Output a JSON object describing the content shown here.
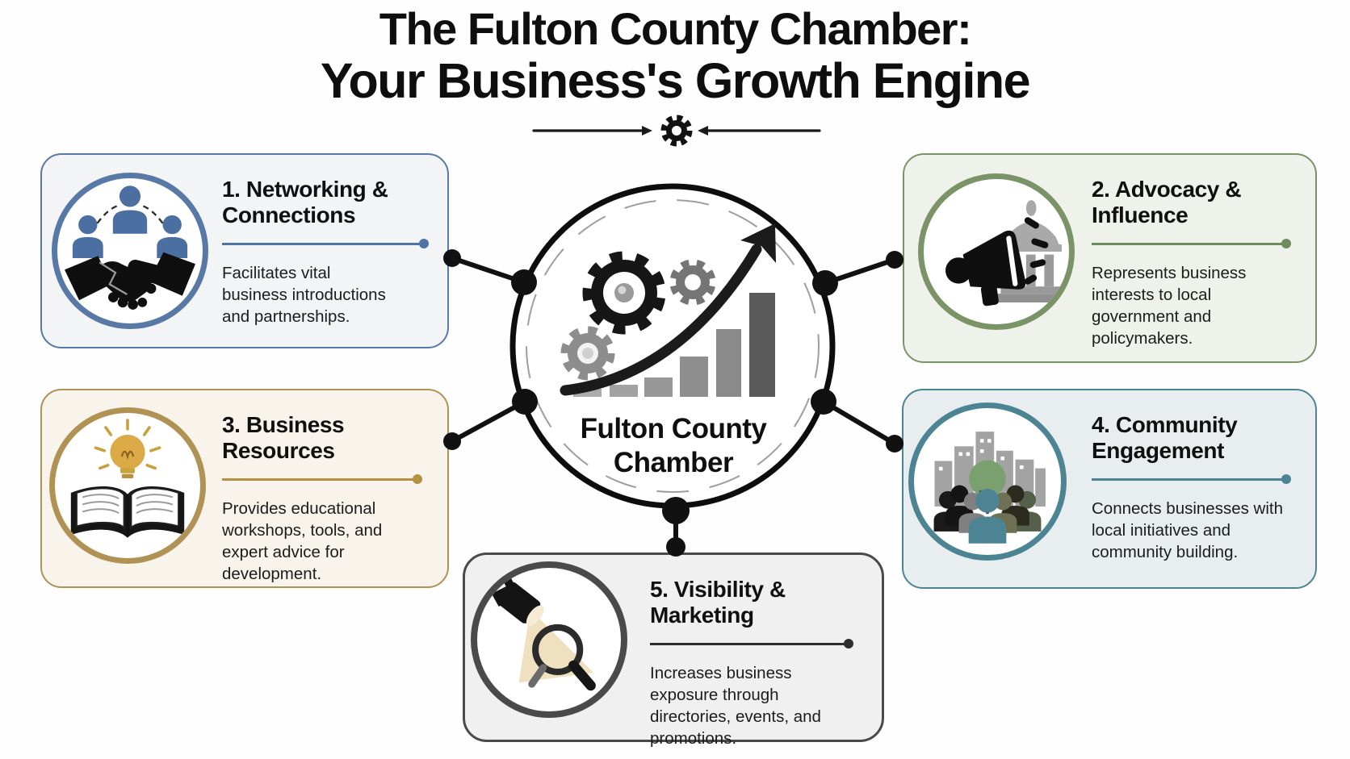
{
  "title": {
    "line1": "The Fulton County Chamber:",
    "line2": "Your Business's Growth Engine"
  },
  "divider_icon": "gear-icon",
  "center": {
    "label_line1": "Fulton County",
    "label_line2": "Chamber",
    "art": "gears-growth-arrow-bar-chart",
    "circle_color": "#0d0d0d"
  },
  "cards": [
    {
      "title": "1. Networking & Connections",
      "description": "Facilitates vital business introductions and partnerships.",
      "icon": "handshake-people-icon",
      "colors": {
        "border": "#5878a5",
        "fill": "#f2f4f6",
        "accent": "#4e74a4"
      }
    },
    {
      "title": "2. Advocacy & Influence",
      "description": "Represents business interests to local government and policymakers.",
      "icon": "megaphone-capitol-icon",
      "colors": {
        "border": "#7a9468",
        "fill": "#eff2ea",
        "accent": "#6d8c5f"
      }
    },
    {
      "title": "3. Business Resources",
      "description": "Provides educational workshops, tools, and expert advice for development.",
      "icon": "book-lightbulb-icon",
      "colors": {
        "border": "#b09354",
        "fill": "#f8f4ec",
        "accent": "#b3913f"
      }
    },
    {
      "title": "4. Community Engagement",
      "description": "Connects businesses with local initiatives and community building.",
      "icon": "city-people-tree-icon",
      "colors": {
        "border": "#4d8493",
        "fill": "#e8eef0",
        "accent": "#4d8493"
      }
    },
    {
      "title": "5. Visibility & Marketing",
      "description": "Increases business exposure through directories, events, and promotions.",
      "icon": "spotlight-magnifier-icon",
      "colors": {
        "border": "#4a4a4a",
        "fill": "#f0f0f0",
        "accent": "#2e2e2e"
      }
    }
  ]
}
